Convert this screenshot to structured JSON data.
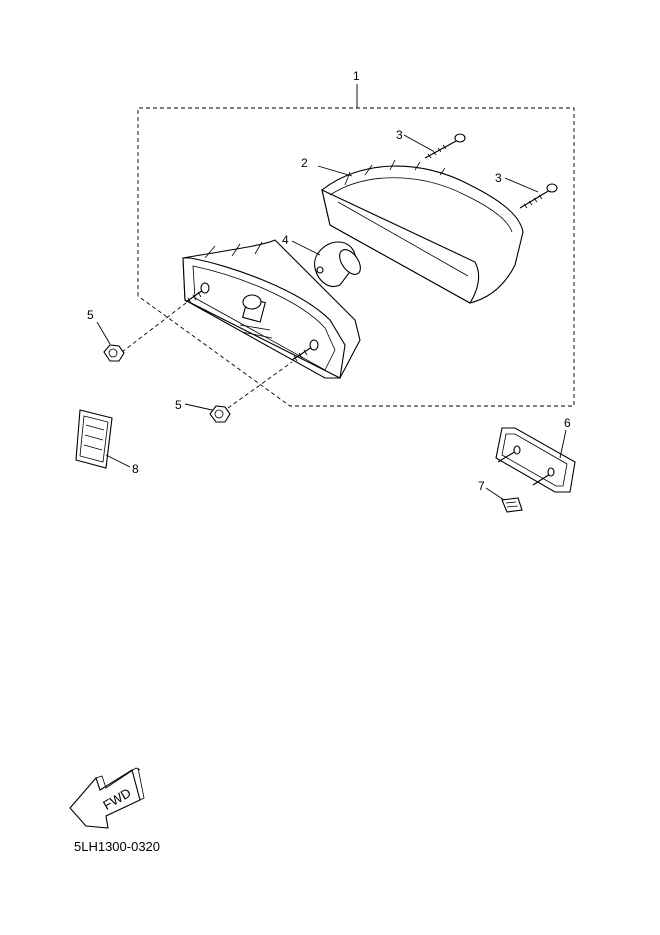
{
  "callouts": {
    "c1": "1",
    "c2": "2",
    "c3a": "3",
    "c3b": "3",
    "c4": "4",
    "c5a": "5",
    "c5b": "5",
    "c6": "6",
    "c7": "7",
    "c8": "8"
  },
  "fwd_label": "FWD",
  "diagram_code": "5LH1300-0320"
}
